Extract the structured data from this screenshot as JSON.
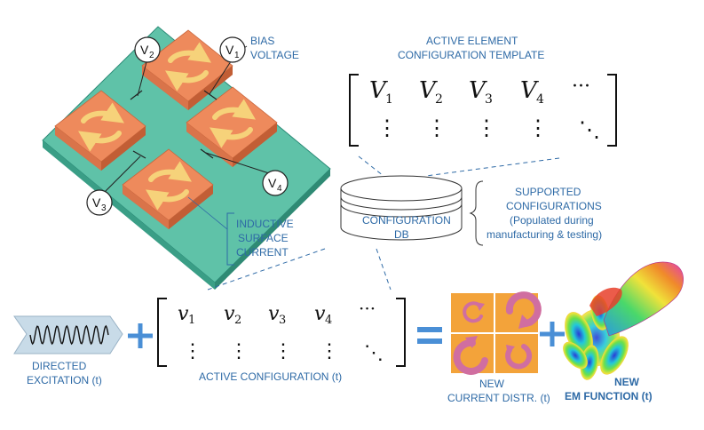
{
  "colors": {
    "board": "#5fc2a8",
    "board_edge": "#2a8a76",
    "tile": "#ee8a5c",
    "tile_side": "#c9663d",
    "arrow": "#f6d27a",
    "label_blue": "#2e6aa6",
    "plus_blue": "#4a8fd6",
    "current_tile": "#f3a33a",
    "current_arrow": "#d06ea0"
  },
  "labels": {
    "bias_voltage_1": "BIAS",
    "bias_voltage_2": "VOLTAGE",
    "template_title_1": "ACTIVE ELEMENT",
    "template_title_2": "CONFIGURATION TEMPLATE",
    "inductive_1": "INDUCTIVE",
    "inductive_2": "SURFACE",
    "inductive_3": "CURRENT",
    "db_1": "CONFIGURATION",
    "db_2": "DB",
    "supported_1": "SUPPORTED",
    "supported_2": "CONFIGURATIONS",
    "supported_3": "(Populated during",
    "supported_4": "manufacturing & testing)",
    "excitation_1": "DIRECTED",
    "excitation_2": "EXCITATION (t)",
    "active_config": "ACTIVE CONFIGURATION (t)",
    "new_current_1": "NEW",
    "new_current_2": "CURRENT DISTR. (t)",
    "new_em_1": "NEW",
    "new_em_2": "EM FUNCTION (t)"
  },
  "voltages": {
    "v1": "V1",
    "v2": "V2",
    "v3": "V3",
    "v4": "V4"
  },
  "template_matrix": {
    "row1": [
      "V",
      "V",
      "V",
      "V"
    ],
    "subs": [
      "1",
      "2",
      "3",
      "4"
    ],
    "ellipsis": "···",
    "vdots": "⋮",
    "ddots": "⋱"
  },
  "active_matrix": {
    "row1": [
      "v",
      "v",
      "v",
      "v"
    ],
    "subs": [
      "1",
      "2",
      "3",
      "4"
    ]
  },
  "operators": {
    "plus": "+",
    "equals": "="
  },
  "icons": {
    "sine": "sine-wave-icon",
    "arrow": "rotation-arrow-icon",
    "pattern": "radiation-pattern-icon"
  }
}
